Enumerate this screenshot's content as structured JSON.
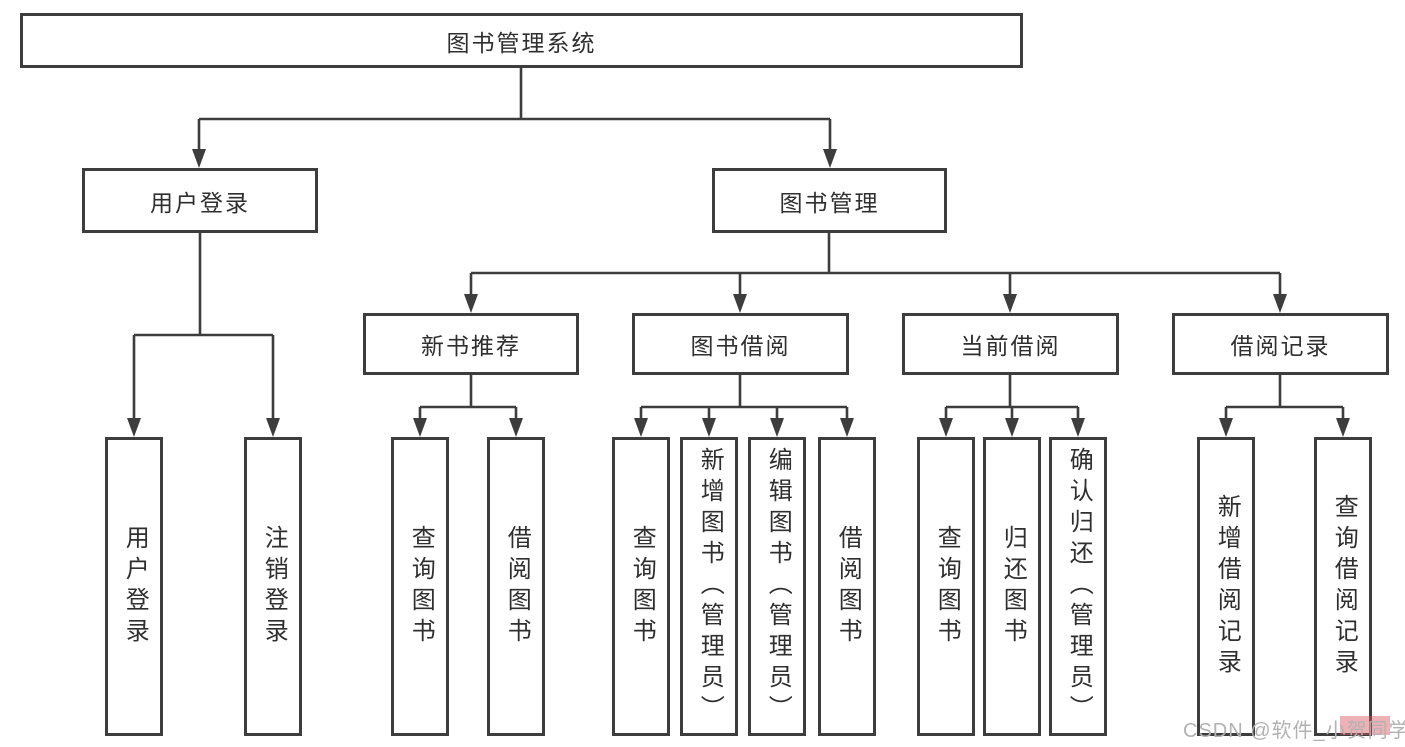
{
  "tree": {
    "label": "图书管理系统",
    "children": [
      {
        "label": "用户登录",
        "children": [
          {
            "label": "用户登录"
          },
          {
            "label": "注销登录"
          }
        ]
      },
      {
        "label": "图书管理",
        "children": [
          {
            "label": "新书推荐",
            "children": [
              {
                "label": "查询图书"
              },
              {
                "label": "借阅图书"
              }
            ]
          },
          {
            "label": "图书借阅",
            "children": [
              {
                "label": "查询图书"
              },
              {
                "label": "新增图书（管理员）"
              },
              {
                "label": "编辑图书（管理员）"
              },
              {
                "label": "借阅图书"
              }
            ]
          },
          {
            "label": "当前借阅",
            "children": [
              {
                "label": "查询图书"
              },
              {
                "label": "归还图书"
              },
              {
                "label": "确认归还（管理员）"
              }
            ]
          },
          {
            "label": "借阅记录",
            "children": [
              {
                "label": "新增借阅记录"
              },
              {
                "label": "查询借阅记录"
              }
            ]
          }
        ]
      }
    ]
  },
  "watermark": {
    "text": "CSDN @软件_小贺同学"
  },
  "colors": {
    "line": "#3d3d3d",
    "box_border": "#3d3d3d",
    "text": "#2f2f2f",
    "background": "#ffffff",
    "watermark_text": "#b2b2b2",
    "watermark_accent": "#d9535d"
  }
}
